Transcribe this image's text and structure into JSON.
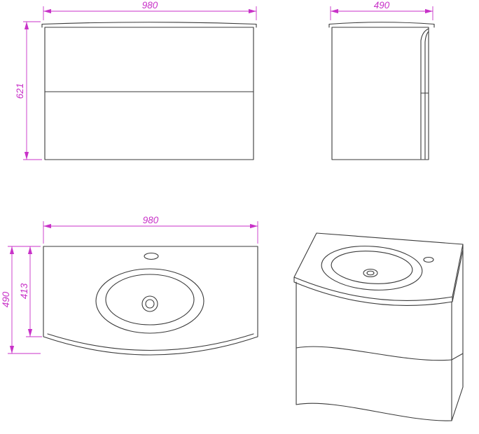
{
  "drawing": {
    "views": {
      "front": {
        "width": "980",
        "height": "621"
      },
      "side": {
        "depth": "490"
      },
      "plan": {
        "width": "980",
        "depth": "490",
        "inner_depth": "413"
      }
    }
  },
  "colors": {
    "dimension": "#c832c8",
    "object_line": "#3a3a3a",
    "background": "#ffffff"
  }
}
